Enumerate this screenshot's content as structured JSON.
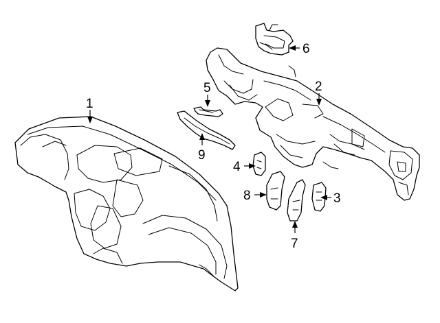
{
  "callouts": {
    "c1": "1",
    "c2": "2",
    "c3": "3",
    "c4": "4",
    "c5": "5",
    "c6": "6",
    "c7": "7",
    "c8": "8",
    "c9": "9"
  },
  "colors": {
    "line": "#000000",
    "fill": "#ffffff",
    "background": "#ffffff"
  }
}
